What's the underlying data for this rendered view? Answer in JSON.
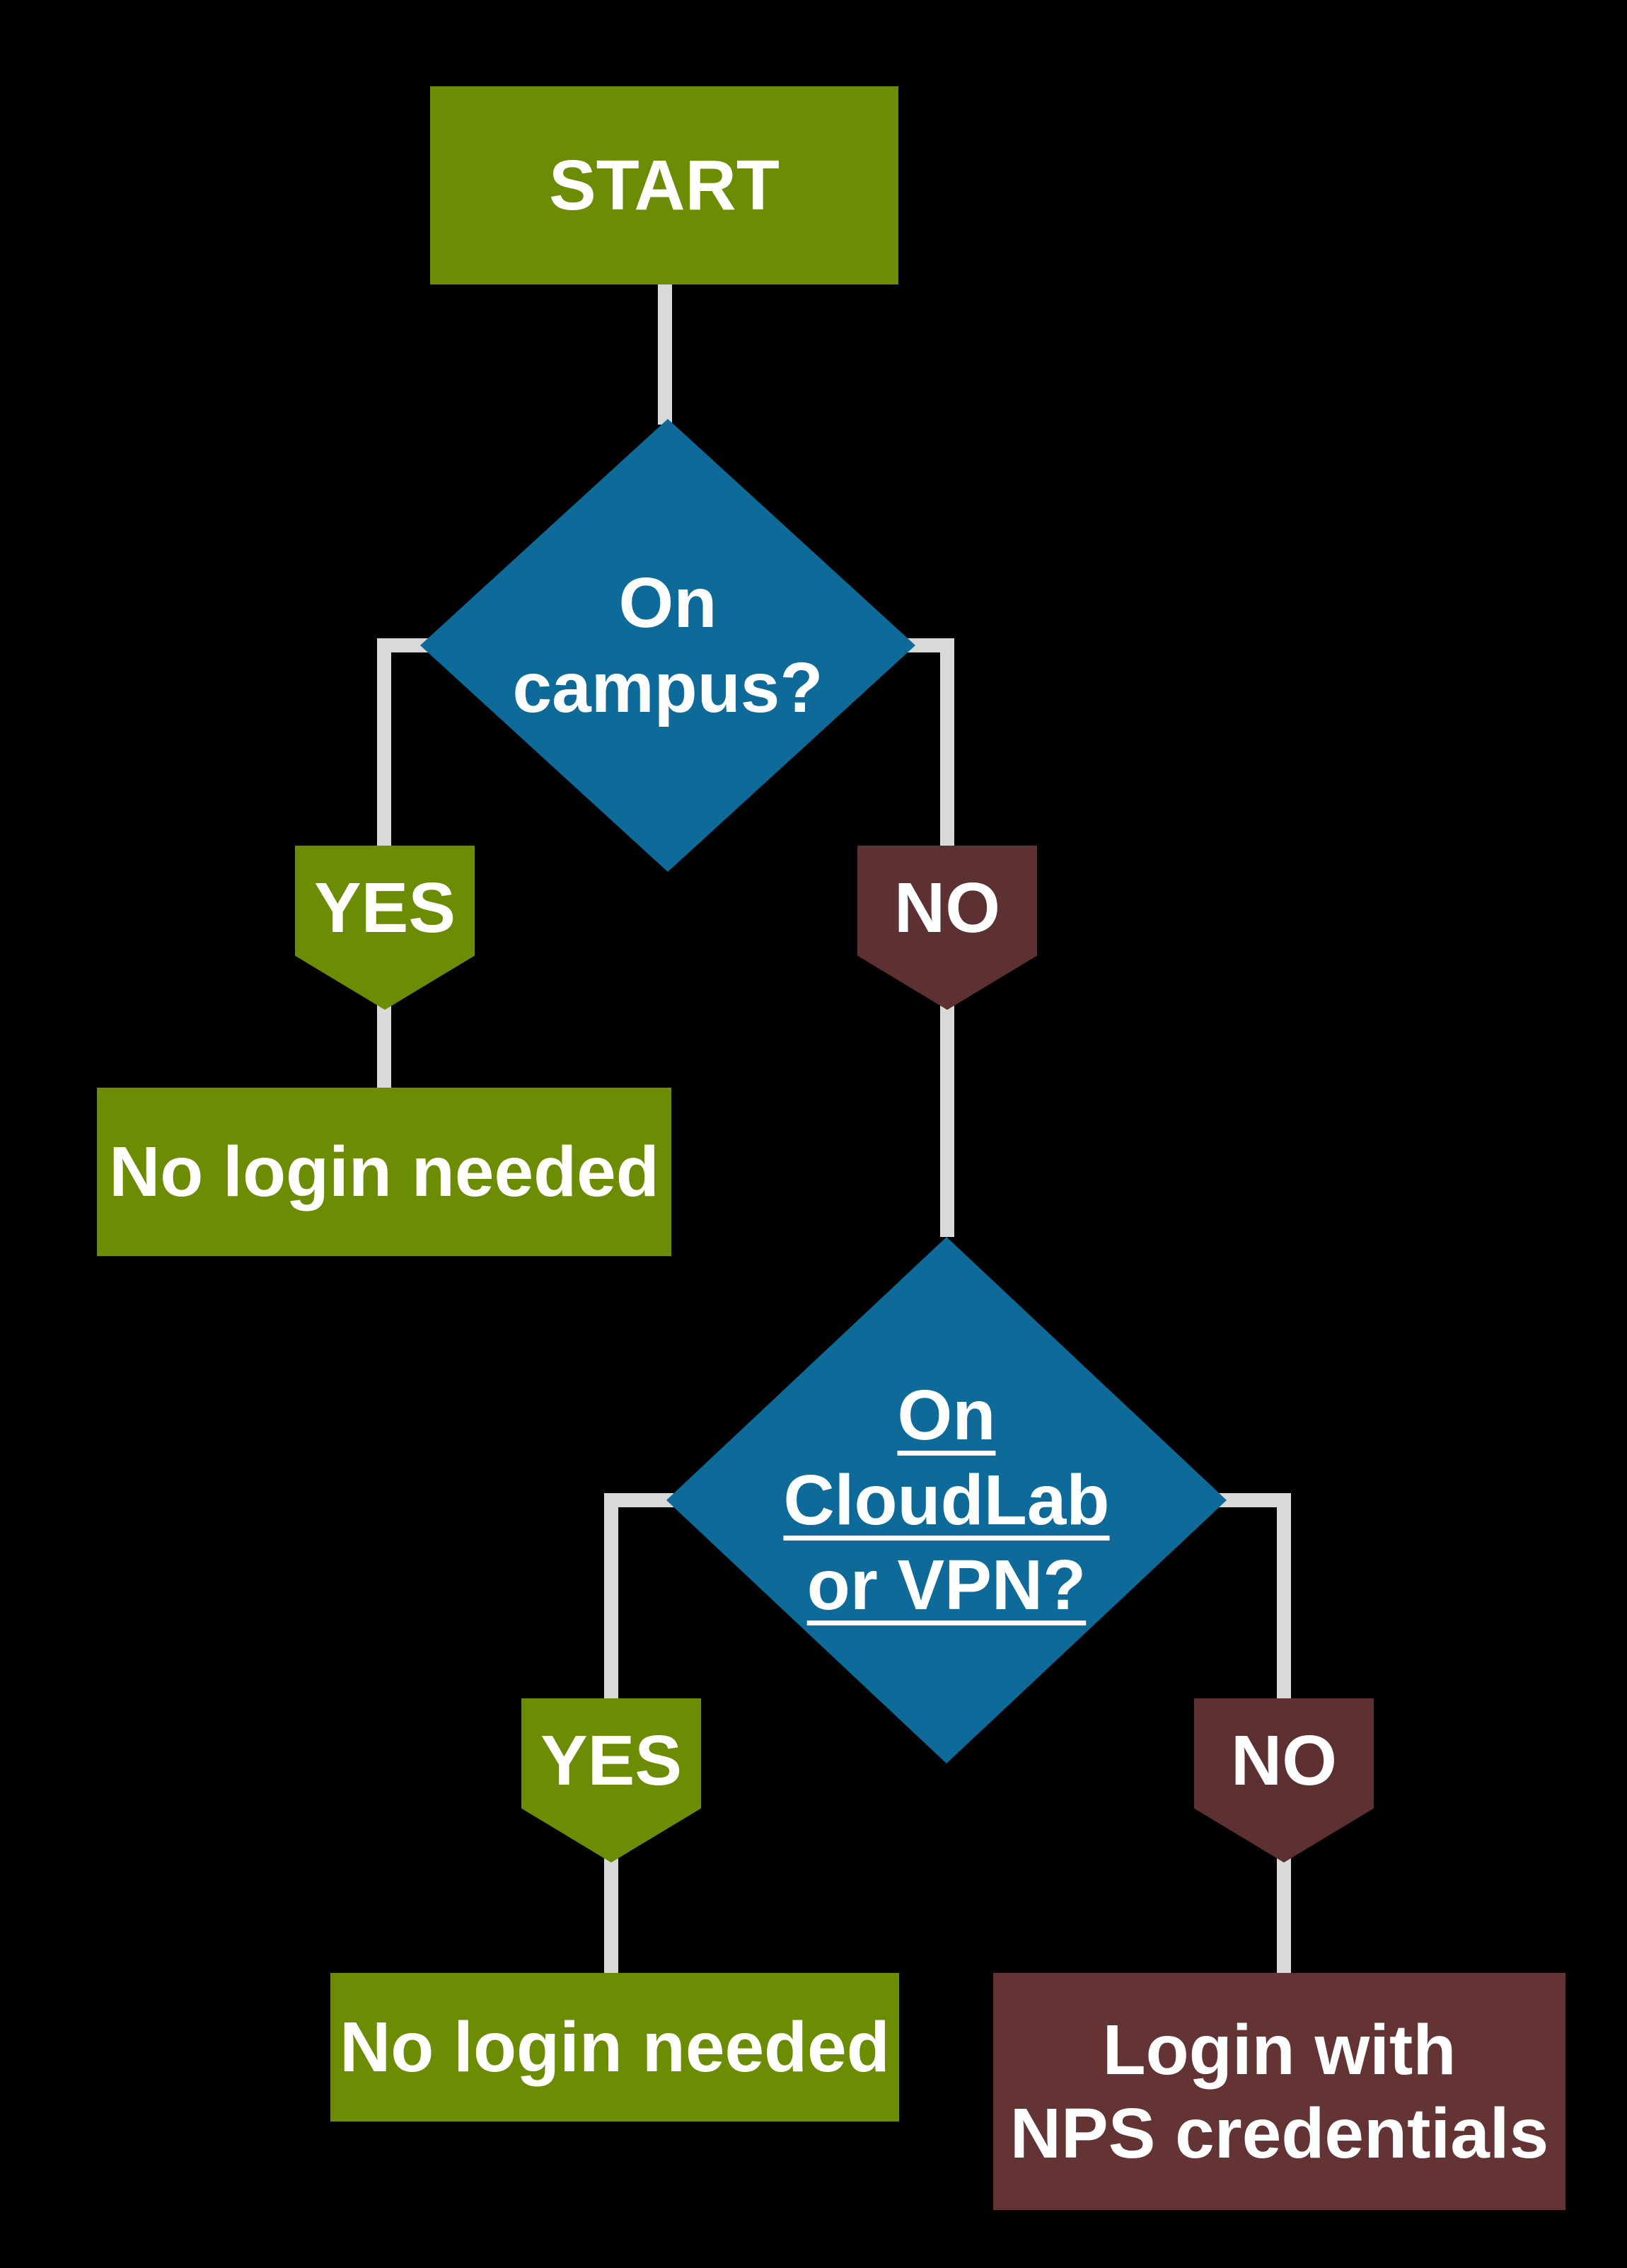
{
  "colors": {
    "background": "#000000",
    "green": "#6C8C04",
    "blue": "#0E6A99",
    "maroon_badge": "#5D3031",
    "maroon_box": "#643434",
    "connector_gray": "#D9D9D9",
    "text": "#FFFFFF"
  },
  "nodes": {
    "start": {
      "label": "START"
    },
    "decision_on_campus": {
      "lines": [
        "On",
        "campus?"
      ]
    },
    "branch1_yes": {
      "label": "YES"
    },
    "branch1_no": {
      "label": "NO"
    },
    "result_on_campus": {
      "label": "No login needed"
    },
    "decision_cloudlab_vpn": {
      "lines": [
        "On",
        "CloudLab",
        "or VPN?"
      ]
    },
    "branch2_yes": {
      "label": "YES"
    },
    "branch2_no": {
      "label": "NO"
    },
    "result_cloudlab_vpn": {
      "label": "No login needed"
    },
    "result_offsite": {
      "lines": [
        "Login with",
        "NPS credentials"
      ]
    }
  }
}
